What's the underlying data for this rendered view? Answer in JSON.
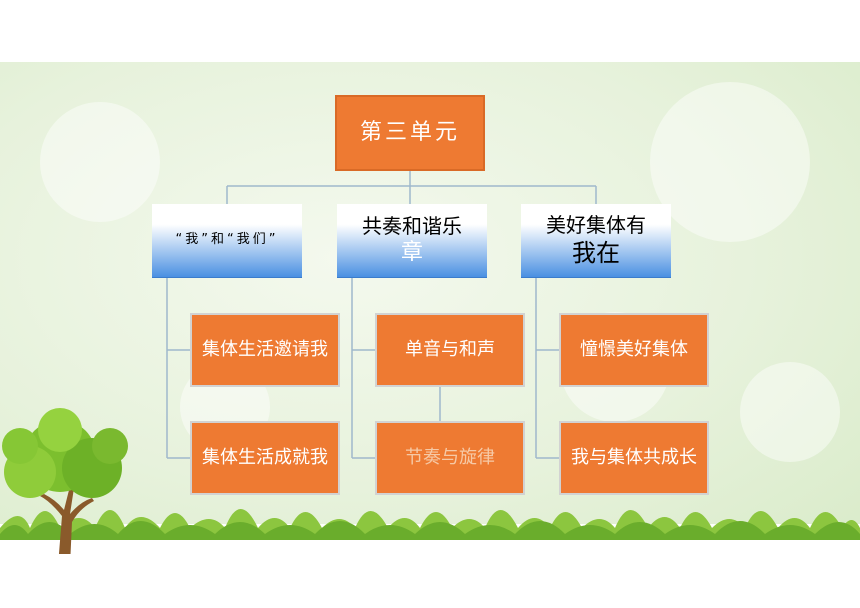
{
  "diagram": {
    "root": "第三单元",
    "categories": [
      {
        "line1": "“我”和“我们”",
        "line2": ""
      },
      {
        "line1": "共奏和谐乐",
        "line2": "章"
      },
      {
        "line1": "美好集体有",
        "line2": "我在"
      }
    ],
    "leaves": [
      {
        "text": "集体生活邀请我"
      },
      {
        "text": "集体生活成就我"
      },
      {
        "text": "单音与和声"
      },
      {
        "text": "节奏与旋律"
      },
      {
        "text": "憧憬美好集体"
      },
      {
        "text": "我与集体共成长"
      }
    ]
  },
  "colors": {
    "node_orange": "#ee7a32",
    "category_blue": "#4a90e2",
    "connector": "#9fb8cc"
  }
}
